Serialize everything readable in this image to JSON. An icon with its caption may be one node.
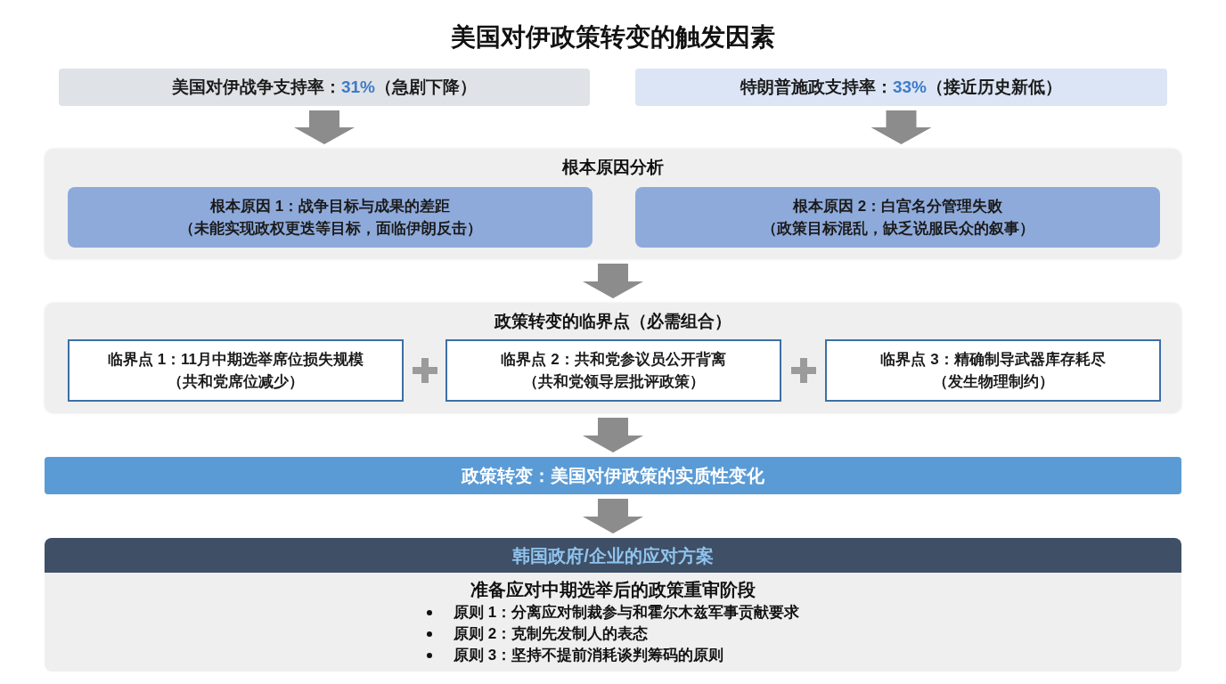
{
  "diagram": {
    "title": "美国对伊政策转变的触发因素",
    "nodes": [
      {
        "text": [
          "美国对伊战争支持率：**31%**（急剧下降）"
        ]
      },
      {
        "text": [
          "特朗普施政支持率：**33%**（接近历史新低）"
        ]
      },
      {
        "text": [
          "根本原因分析"
        ]
      },
      {
        "text": [
          "根本原因 1：战争目标与成果的差距",
          "（未能实现政权更迭等目标，面临伊朗反击）"
        ],
        "in": 2
      },
      {
        "text": [
          "根本原因 2：白宫名分管理失败",
          "（政策目标混乱，缺乏说服民众的叙事）"
        ],
        "in": 2
      },
      {
        "text": [
          "政策转变的临界点（必需组合）"
        ]
      },
      {
        "text": [
          "临界点 1：11月中期选举席位损失规模",
          "（共和党席位减少）"
        ],
        "in": 5
      },
      {
        "text": [
          "临界点 2：共和党参议员公开背离",
          "（共和党领导层批评政策）"
        ],
        "in": 5
      },
      {
        "text": [
          "临界点 3：精确制导武器库存耗尽",
          "（发生物理制约）"
        ],
        "in": 5
      },
      {
        "text": [
          "政策转变：美国对伊政策的实质性变化"
        ]
      },
      {
        "text": [
          "韩国政府/企业的应对方案",
          "准备应对中期选举后的政策重审阶段",
          "原则 1：分离应对制裁参与和霍尔木兹军事贡献要求",
          "原则 2：克制先发制人的表态",
          "原则 3：坚持不提前消耗谈判筹码的原则"
        ]
      }
    ],
    "edges": [
      {
        "from": 0,
        "to": 2,
        "arrow": "to"
      },
      {
        "from": 1,
        "to": 2,
        "arrow": "to"
      },
      {
        "from": 2,
        "to": 5,
        "arrow": "to"
      },
      {
        "from": 5,
        "to": 9,
        "arrow": "to"
      },
      {
        "from": 9,
        "to": 10,
        "arrow": "to"
      }
    ]
  }
}
